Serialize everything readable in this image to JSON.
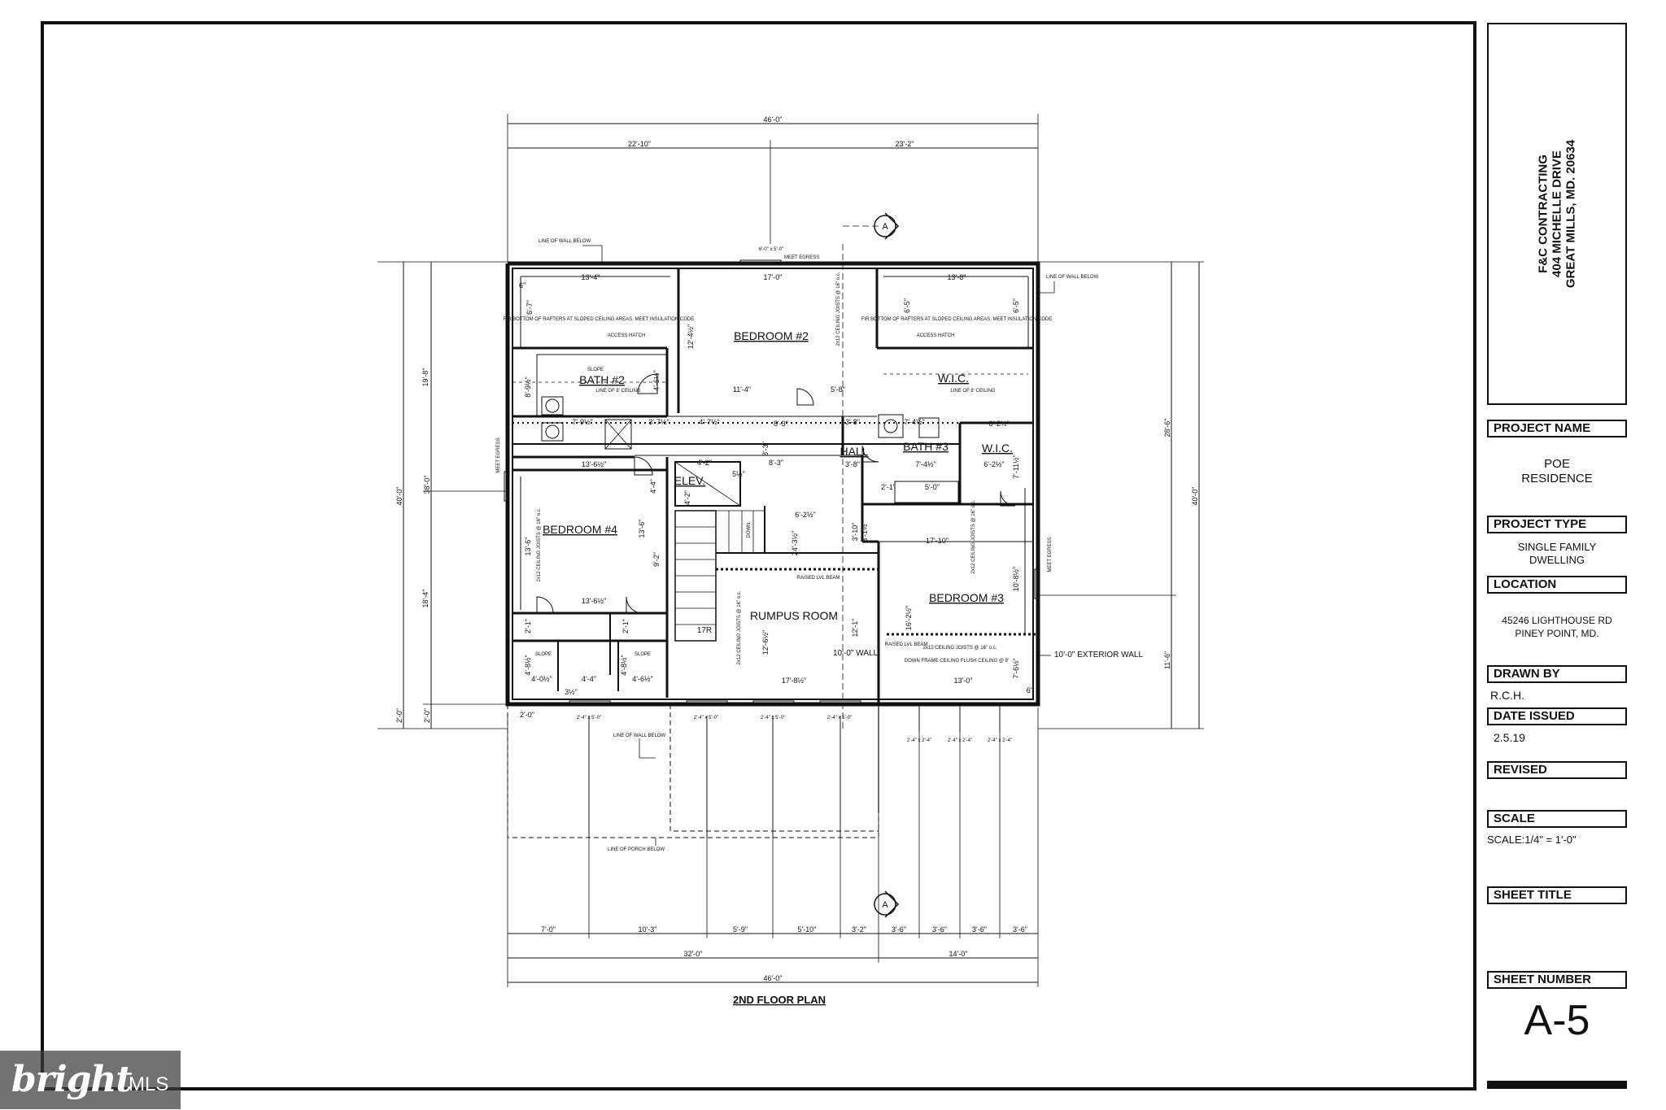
{
  "title_block": {
    "company_lines": [
      "F&C CONTRACTING",
      "404 MICHELLE DRIVE",
      "GREAT MILLS, MD. 20634"
    ],
    "project_name_label": "PROJECT NAME",
    "project_name": [
      "POE",
      "RESIDENCE"
    ],
    "project_type_label": "PROJECT TYPE",
    "project_type": [
      "SINGLE FAMILY",
      "DWELLING"
    ],
    "location_label": "LOCATION",
    "location": [
      "45246 LIGHTHOUSE RD",
      "PINEY POINT, MD."
    ],
    "drawn_by_label": "DRAWN BY",
    "drawn_by": "R.C.H.",
    "date_issued_label": "DATE ISSUED",
    "date_issued": "2.5.19",
    "revised_label": "REVISED",
    "scale_label": "SCALE",
    "scale": "SCALE:1/4\" = 1'-0\"",
    "sheet_title_label": "SHEET TITLE",
    "sheet_number_label": "SHEET NUMBER",
    "sheet_number": "A-5"
  },
  "plan": {
    "title": "2ND FLOOR PLAN",
    "rooms": {
      "bedroom2": "BEDROOM #2",
      "bedroom3": "BEDROOM #3",
      "bedroom4": "BEDROOM #4",
      "bath2": "BATH #2",
      "bath3": "BATH #3",
      "wic1": "W.I.C.",
      "wic2": "W.I.C.",
      "hall": "HALL",
      "elev": "ELEV.",
      "rumpus": "RUMPUS ROOM"
    },
    "notes": {
      "line_of_wall_below": "LINE OF WALL BELOW",
      "line_of_porch_below": "LINE OF PORCH BELOW",
      "fir_bottom": "FIR BOTTOM OF RAFTERS AT SLOPED CEILING AREAS, MEET INSULATION CODE",
      "exterior_wall": "10'-0\" EXTERIOR WALL",
      "wall_10": "10'-0\" WALL",
      "raised_lvl_beam": "RAISED LVL BEAM",
      "down_frame": "DOWN FRAME CEILING FLUSH CEILING @ 8'",
      "meet_egress": "MEET EGRESS",
      "slope": "SLOPE",
      "access_hatch": "ACCESS HATCH",
      "line_of_ceiling": "LINE OF 8' CEILING",
      "ceiling_joists": "2x12 CEILING JOISTS @ 16\" o.c.",
      "down": "DOWN",
      "risers": "17R",
      "section_marker": "A",
      "window_egress": "6'-0\" x 5'-0\""
    },
    "dims": {
      "overall_top": "46'-0\"",
      "top_left": "22'-10\"",
      "top_right": "23'-2\"",
      "overall_bottom": "46'-0\"",
      "bottom_left": "32'-0\"",
      "bottom_right": "14'-0\"",
      "bottom_chain": [
        "7'-0\"",
        "10'-3\"",
        "5'-9\"",
        "5'-10\"",
        "3'-2\"",
        "3'-6\"",
        "3'-6\"",
        "3'-6\"",
        "3'-6\""
      ],
      "left_overall": "40'-0\"",
      "left_38": "38'-0\"",
      "left_198": "19'-8\"",
      "left_184": "18'-4\"",
      "left_20a": "2'-0\"",
      "left_20b": "2'-0\"",
      "left_20c": "2'-0\"",
      "right_overall": "40'-0\"",
      "right_286": "28'-6\"",
      "right_116": "11'-6\"",
      "rooms": {
        "d134": "13'-4\"",
        "d170": "17'-0\"",
        "d138": "13'-8\"",
        "d67": "6'-7\"",
        "d65a": "6'-5\"",
        "d65b": "6'-5\"",
        "d1241": "12'-4½\"",
        "d114": "11'-4\"",
        "d58": "5'-8\"",
        "d1365": "13'-6½\"",
        "d136": "13'-6\"",
        "d1365b": "13'-6½\"",
        "d136b": "13'-6\"",
        "d92": "9'-2\"",
        "d1262": "12'-6½\"",
        "d1781": "17'-8½\"",
        "d24": "24'-3½\"",
        "d1710": "17'-10\"",
        "d1621": "16'-2½\"",
        "d130": "13'-0\"",
        "d121": "12'-1\"",
        "d1081": "10'-8½\"",
        "d83a": "8'-3\"",
        "d83b": "8'-3\"",
        "d83c": "8'-3\"",
        "d38a": "3'-8\"",
        "d38b": "3'-8\"",
        "d741": "7'-4½\"",
        "d742": "7'-4½\"",
        "d622": "6'-2½\"",
        "d622b": "6'-2½\"",
        "d622c": "6'-2½\"",
        "d50": "5'-0\"",
        "d44": "4'-4\"",
        "d4": "4'-4\"",
        "d4421": "4'-2\"",
        "d472": "4'-7½\"",
        "d372": "3'-7½\"",
        "d792": "7'-9½\"",
        "d892": "8'-9½\"",
        "d42": "4'-2\"",
        "d432": "4'-0½\"",
        "d462": "4'-6½\"",
        "d462b": "4'-6½\"",
        "d482": "4'-8½\"",
        "d482b": "4'-8½\"",
        "d21a": "2'-1\"",
        "d21b": "2'-1\"",
        "d21c": "2'-1\"",
        "d762": "7'-6½\"",
        "d702": "7'-11½\"",
        "d3_10": "3'-10\"",
        "d6_5": "6\"",
        "d3_1": "3'-1½\"",
        "d512": "5½\"",
        "d312": "3½\"",
        "d6in": "6\""
      },
      "windows_bottom": [
        "2'-4\" x 5'-0\"",
        "2'-4\" x 5'-0\"",
        "2'-4\" x 5'-0\"",
        "2'-4\" x 5'-0\""
      ],
      "windows_right_bottom": [
        "2'-4\" x 2'-4\"",
        "2'-4\" x 2'-4\"",
        "2'-4\" x 2'-4\""
      ]
    }
  },
  "watermark": {
    "brand": "bright",
    "suffix": "MLS"
  }
}
